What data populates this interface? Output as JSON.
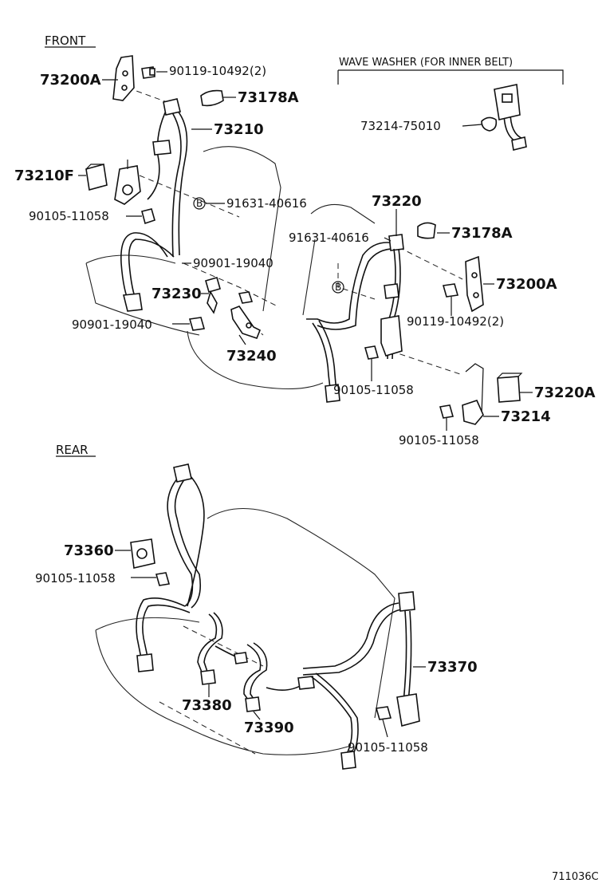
{
  "sections": {
    "front": "FRONT",
    "rear": "REAR",
    "wave_washer": "WAVE WASHER (FOR INNER BELT)"
  },
  "labels": {
    "p73200A_l": "73200A",
    "p90119_l": "90119-10492(2)",
    "p73178A_l": "73178A",
    "p73210": "73210",
    "p73210F": "73210F",
    "p91631_l": "91631-40616",
    "p90105_l": "90105-11058",
    "p90901_a": "90901-19040",
    "p73230": "73230",
    "p90901_b": "90901-19040",
    "p73240": "73240",
    "p73214_75010": "73214-75010",
    "p73220": "73220",
    "p91631_r": "91631-40616",
    "p73178A_r": "73178A",
    "p73200A_r": "73200A",
    "p90119_r": "90119-10492(2)",
    "p90105_m": "90105-11058",
    "p73220A": "73220A",
    "p73214": "73214",
    "p90105_r": "90105-11058",
    "p73360": "73360",
    "p90105_rear_l": "90105-11058",
    "p73370": "73370",
    "p73380": "73380",
    "p73390": "73390",
    "p90105_rear_r": "90105-11058"
  },
  "ref_marker": "B",
  "figure_code": "711036C"
}
